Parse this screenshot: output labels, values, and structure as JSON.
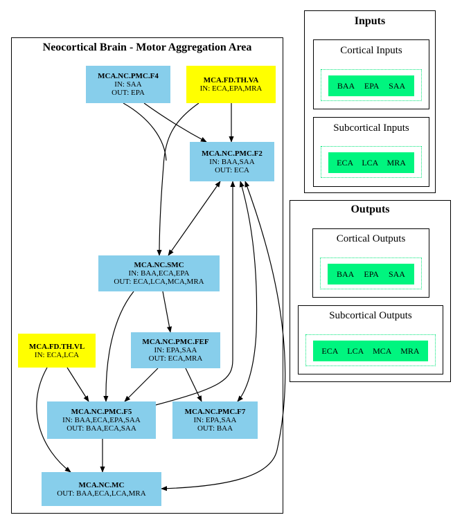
{
  "main_cluster": {
    "title": "Neocortical Brain - Motor Aggregation Area"
  },
  "nodes": {
    "f4": {
      "name": "MCA.NC.PMC.F4",
      "lines": [
        "IN: SAA",
        "OUT: EPA"
      ]
    },
    "va": {
      "name": "MCA.FD.TH.VA",
      "lines": [
        "IN: ECA,EPA,MRA"
      ]
    },
    "f2": {
      "name": "MCA.NC.PMC.F2",
      "lines": [
        "IN: BAA,SAA",
        "OUT: ECA"
      ]
    },
    "smc": {
      "name": "MCA.NC.SMC",
      "lines": [
        "IN: BAA,ECA,EPA",
        "OUT: ECA,LCA,MCA,MRA"
      ]
    },
    "fef": {
      "name": "MCA.NC.PMC.FEF",
      "lines": [
        "IN: EPA,SAA",
        "OUT: ECA,MRA"
      ]
    },
    "vl": {
      "name": "MCA.FD.TH.VL",
      "lines": [
        "IN: ECA,LCA"
      ]
    },
    "f5": {
      "name": "MCA.NC.PMC.F5",
      "lines": [
        "IN: BAA,ECA,EPA,SAA",
        "OUT: BAA,ECA,SAA"
      ]
    },
    "f7": {
      "name": "MCA.NC.PMC.F7",
      "lines": [
        "IN: EPA,SAA",
        "OUT: BAA"
      ]
    },
    "mc": {
      "name": "MCA.NC.MC",
      "lines": [
        "OUT: BAA,ECA,LCA,MRA"
      ]
    }
  },
  "inputs": {
    "title": "Inputs",
    "cortical": {
      "title": "Cortical Inputs",
      "items": [
        "BAA",
        "EPA",
        "SAA"
      ]
    },
    "subcortical": {
      "title": "Subcortical Inputs",
      "items": [
        "ECA",
        "LCA",
        "MRA"
      ]
    }
  },
  "outputs": {
    "title": "Outputs",
    "cortical": {
      "title": "Cortical Outputs",
      "items": [
        "BAA",
        "EPA",
        "SAA"
      ]
    },
    "subcortical": {
      "title": "Subcortical Outputs",
      "items": [
        "ECA",
        "LCA",
        "MCA",
        "MRA"
      ]
    }
  },
  "colors": {
    "cortical_node": "#87ceeb",
    "thalamic_node": "#ffff00",
    "signal_group": "#00f57f",
    "edge": "#000000"
  }
}
